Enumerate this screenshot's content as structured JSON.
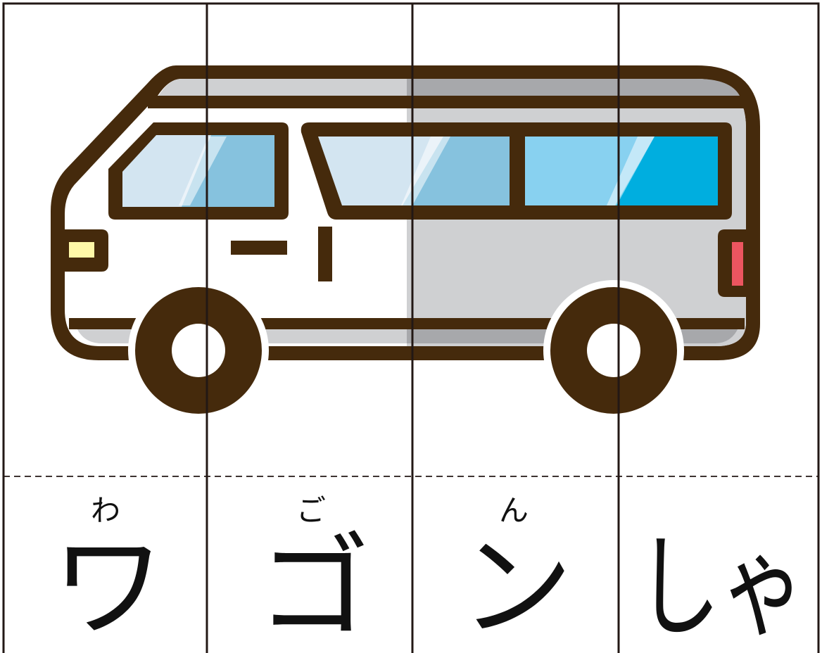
{
  "colors": {
    "outline": "#452a0c",
    "body_white": "#ffffff",
    "body_grey": "#cfd0d2",
    "roof_grey": "#a7a8ab",
    "glass_light": "#d3e5f1",
    "glass_mid": "#86c2de",
    "glass_blue": "#88d1f0",
    "glass_deep": "#00aedf",
    "headlight": "#fff8a8",
    "taillight": "#ec5560",
    "grid_line": "#231815"
  },
  "illustration": {
    "subject": "van-icon"
  },
  "columns": [
    {
      "ruby": "わ",
      "char": "ワ"
    },
    {
      "ruby": "ご",
      "char": "ゴ"
    },
    {
      "ruby": "ん",
      "char": "ン"
    },
    {
      "ruby": "",
      "char": "しゃ"
    }
  ]
}
